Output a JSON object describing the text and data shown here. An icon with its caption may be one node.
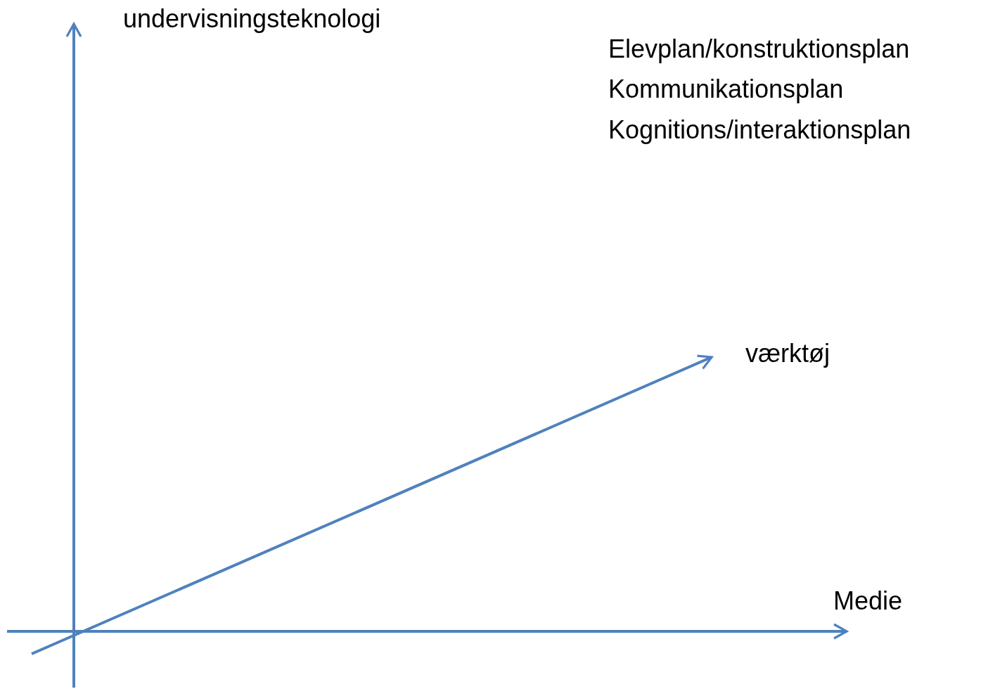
{
  "diagram": {
    "labels": [
      "undervisningsteknologi",
      "Elevplan/konstruktionsplan",
      "Kommunikationsplan",
      "Kognitions/interaktionsplan",
      "værktøj",
      "Medie"
    ]
  }
}
